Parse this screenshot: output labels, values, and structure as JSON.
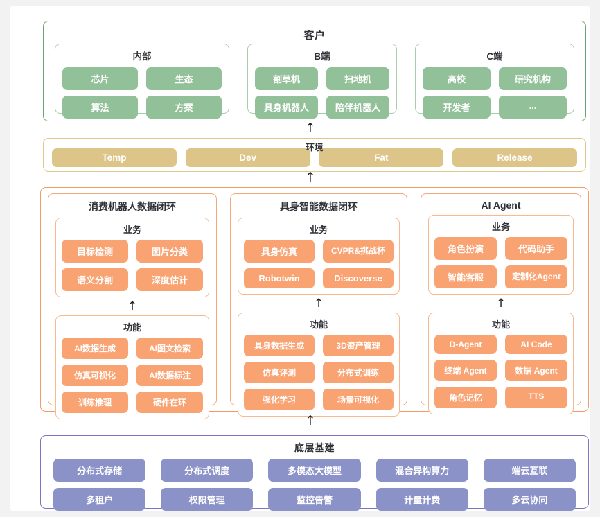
{
  "customer": {
    "title": "客户",
    "groups": [
      {
        "name": "internal",
        "title": "内部",
        "items": [
          "芯片",
          "生态",
          "算法",
          "方案"
        ]
      },
      {
        "name": "b-end",
        "title": "B端",
        "items": [
          "割草机",
          "扫地机",
          "具身机器人",
          "陪伴机器人"
        ]
      },
      {
        "name": "c-end",
        "title": "C端",
        "items": [
          "高校",
          "研究机构",
          "开发者",
          "..."
        ]
      }
    ]
  },
  "arrows": {
    "up": "↑"
  },
  "environment": {
    "title": "环境",
    "items": [
      "Temp",
      "Dev",
      "Fat",
      "Release"
    ]
  },
  "middle": {
    "columns": [
      {
        "name": "consumer-robot-data-loop",
        "title": "消费机器人数据闭环",
        "business": {
          "title": "业务",
          "items": [
            "目标检测",
            "图片分类",
            "语义分割",
            "深度估计"
          ]
        },
        "function": {
          "title": "功能",
          "items": [
            "AI数据生成",
            "AI图文检索",
            "仿真可视化",
            "AI数据标注",
            "训练推理",
            "硬件在环"
          ]
        }
      },
      {
        "name": "embodied-ai-data-loop",
        "title": "具身智能数据闭环",
        "business": {
          "title": "业务",
          "items": [
            "具身仿真",
            "CVPR&挑战杯",
            "Robotwin",
            "Discoverse"
          ]
        },
        "function": {
          "title": "功能",
          "items": [
            "具身数据生成",
            "3D资产管理",
            "仿真评测",
            "分布式训练",
            "强化学习",
            "场景可视化"
          ]
        }
      },
      {
        "name": "ai-agent",
        "title": "AI Agent",
        "business": {
          "title": "业务",
          "items": [
            "角色扮演",
            "代码助手",
            "智能客服",
            "定制化Agent"
          ]
        },
        "function": {
          "title": "功能",
          "items": [
            "D-Agent",
            "AI Code",
            "终端 Agent",
            "数据 Agent",
            "角色记忆",
            "TTS"
          ]
        }
      }
    ]
  },
  "infrastructure": {
    "title": "底层基建",
    "items": [
      "分布式存储",
      "分布式调度",
      "多模态大模型",
      "混合异构算力",
      "端云互联",
      "多租户",
      "权限管理",
      "监控告警",
      "计量计费",
      "多云协同"
    ]
  },
  "colors": {
    "green": "#92c098",
    "green_border": "#6aa574",
    "tan": "#ddc488",
    "tan_border": "#e0c78d",
    "orange": "#f9a272",
    "orange_border": "#f39a68",
    "purple": "#8b92c8",
    "purple_border": "#7b74bf",
    "text_dark": "#2f3136"
  }
}
